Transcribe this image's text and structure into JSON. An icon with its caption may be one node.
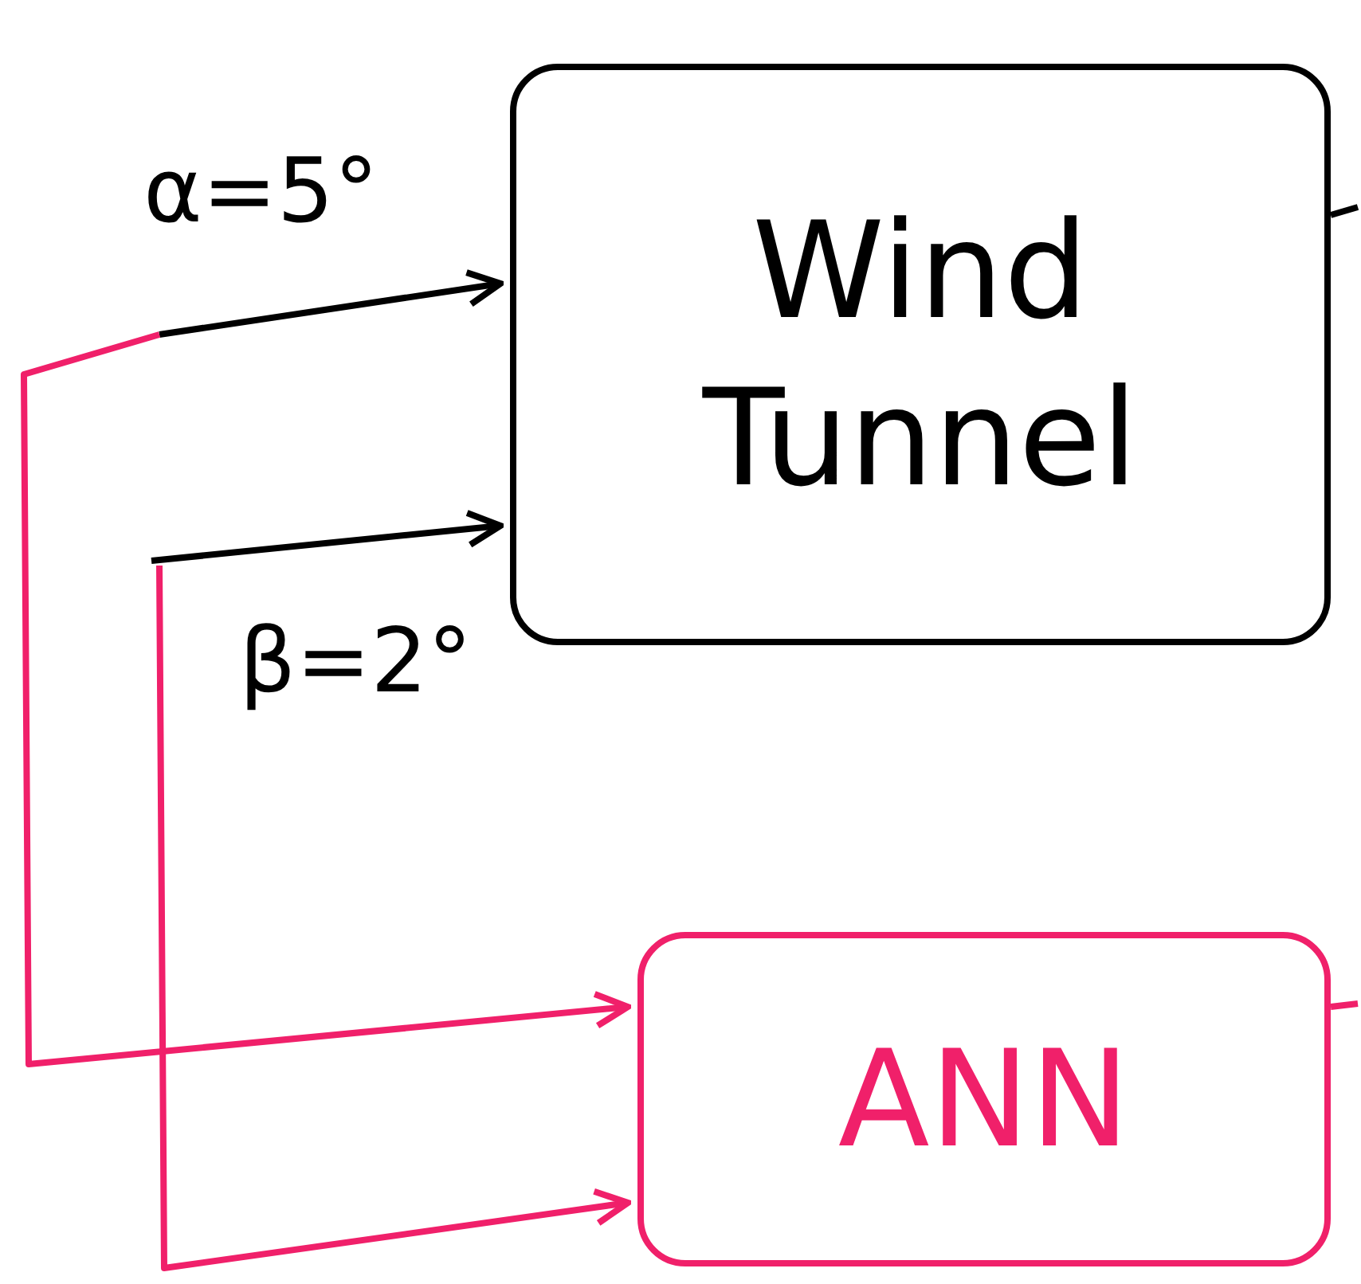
{
  "diagram": {
    "nodes": [
      {
        "text": [
          "Wind Tunnel"
        ]
      },
      {
        "text": [
          "ANN"
        ]
      }
    ],
    "edges": [
      {
        "from": null,
        "to": 0,
        "arrow": "to",
        "label": "α=5°"
      },
      {
        "from": null,
        "to": 0,
        "arrow": "to",
        "label": "β=2°"
      },
      {
        "from": null,
        "to": 1,
        "arrow": "to",
        "color": "#f0206a"
      },
      {
        "from": null,
        "to": 1,
        "arrow": "to",
        "color": "#f0206a"
      },
      {
        "from": 0,
        "to": null,
        "arrow": "none"
      },
      {
        "from": 1,
        "to": null,
        "arrow": "none",
        "color": "#f0206a"
      }
    ]
  }
}
